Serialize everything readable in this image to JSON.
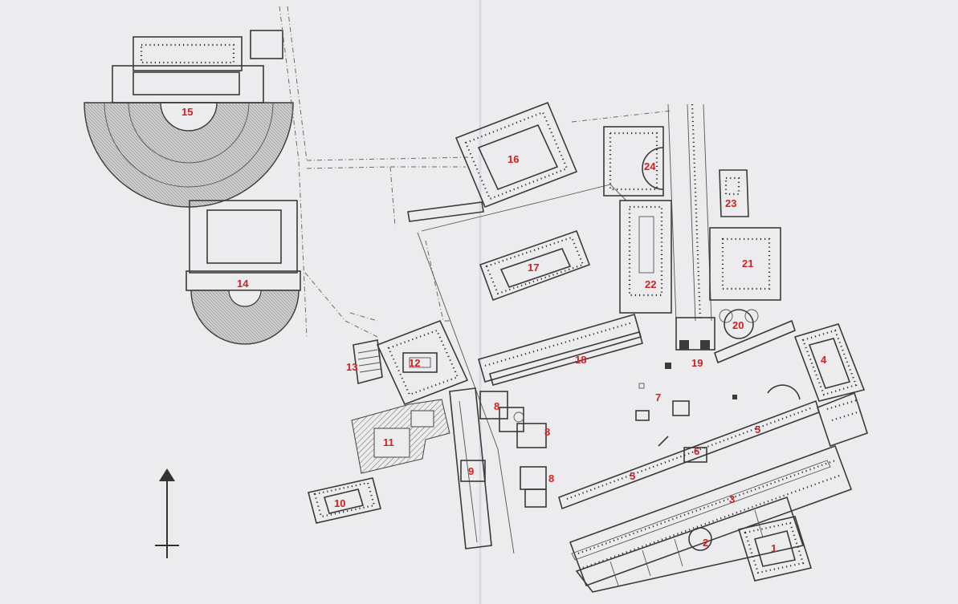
{
  "plan": {
    "labels": [
      {
        "id": "1",
        "text": "1"
      },
      {
        "id": "2",
        "text": "2"
      },
      {
        "id": "3",
        "text": "3"
      },
      {
        "id": "4",
        "text": "4"
      },
      {
        "id": "5a",
        "text": "5"
      },
      {
        "id": "5b",
        "text": "5"
      },
      {
        "id": "6",
        "text": "6"
      },
      {
        "id": "7",
        "text": "7"
      },
      {
        "id": "8a",
        "text": "8"
      },
      {
        "id": "8b",
        "text": "8"
      },
      {
        "id": "8c",
        "text": "8"
      },
      {
        "id": "9",
        "text": "9"
      },
      {
        "id": "10",
        "text": "10"
      },
      {
        "id": "11",
        "text": "11"
      },
      {
        "id": "12",
        "text": "12"
      },
      {
        "id": "13",
        "text": "13"
      },
      {
        "id": "14",
        "text": "14"
      },
      {
        "id": "15",
        "text": "15"
      },
      {
        "id": "16",
        "text": "16"
      },
      {
        "id": "17",
        "text": "17"
      },
      {
        "id": "18",
        "text": "18"
      },
      {
        "id": "19",
        "text": "19"
      },
      {
        "id": "20",
        "text": "20"
      },
      {
        "id": "21",
        "text": "21"
      },
      {
        "id": "22",
        "text": "22"
      },
      {
        "id": "23",
        "text": "23"
      },
      {
        "id": "24",
        "text": "24"
      }
    ],
    "north_arrow": {
      "icon": "north-arrow-icon"
    },
    "colors": {
      "label": "#d21f1f",
      "background": "#ececef",
      "ink": "#3a3a3a"
    }
  }
}
